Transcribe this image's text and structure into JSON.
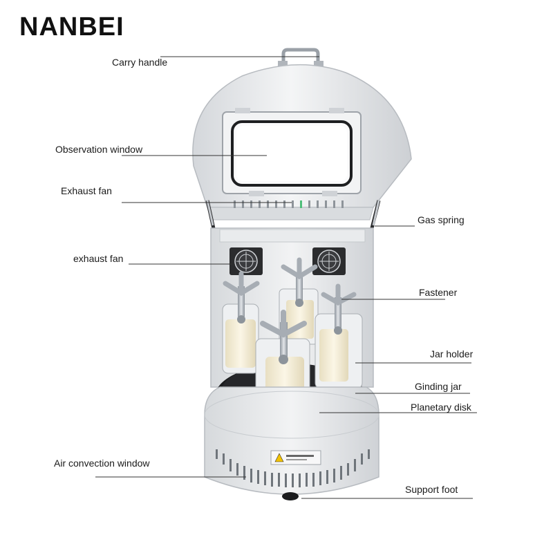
{
  "brand": "NANBEI",
  "labels": {
    "carry_handle": "Carry handle",
    "observation_window": "Observation window",
    "exhaust_fan_top": "Exhaust fan",
    "exhaust_fan_lower": "exhaust fan",
    "gas_spring": "Gas spring",
    "fastener": "Fastener",
    "jar_holder": "Jar holder",
    "grinding_jar": "Ginding jar",
    "planetary_disk": "Planetary disk",
    "air_convection_window": "Air convection window",
    "support_foot": "Support foot"
  },
  "colors": {
    "body": "#e6e8ea",
    "shadow": "#c9ccd0",
    "dark": "#1b1c1e",
    "jar": "#f3ecd6",
    "steel": "#b9bfc6",
    "leader": "#333333"
  }
}
